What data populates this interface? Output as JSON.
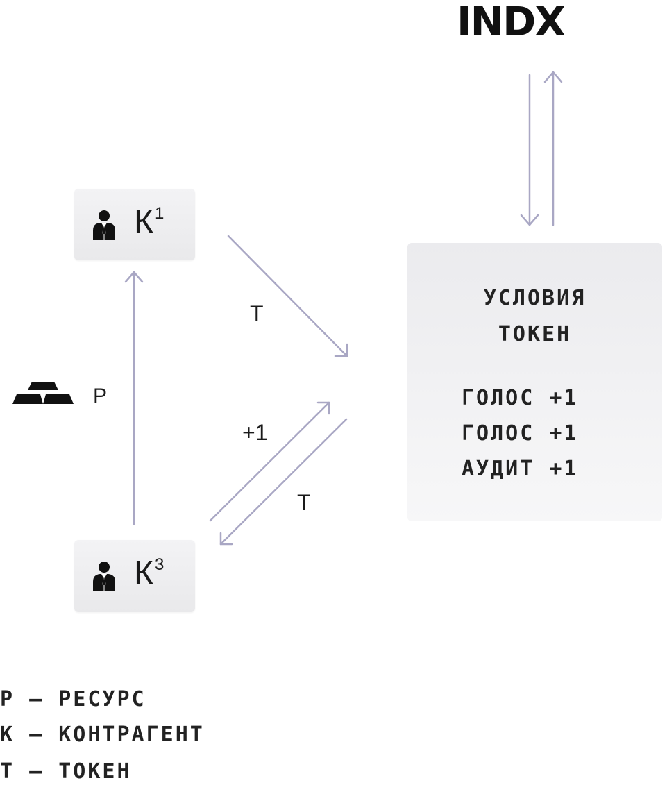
{
  "logo": {
    "text": "INDX"
  },
  "nodes": {
    "k1": {
      "letter": "К",
      "index": "1",
      "icon": "businessman-icon"
    },
    "k3": {
      "letter": "К",
      "index": "3",
      "icon": "businessman-icon"
    }
  },
  "terms_box": {
    "title_line1": "УСЛОВИЯ",
    "title_line2": "ТОКЕН",
    "rows": [
      "ГОЛОС +1",
      "ГОЛОС +1",
      "АУДИТ +1"
    ]
  },
  "edge_labels": {
    "k1_to_terms": "Т",
    "resource": "Р",
    "k3_to_terms": "+1",
    "terms_to_k3": "Т"
  },
  "resource_icon": "gold-bars-icon",
  "legend": [
    "Р — РЕСУРС",
    "К — КОНТРАГЕНТ",
    "Т — ТОКЕН"
  ],
  "colors": {
    "arrow": "#a9a7c4",
    "node_bg": "#efeff1",
    "text": "#111111"
  }
}
